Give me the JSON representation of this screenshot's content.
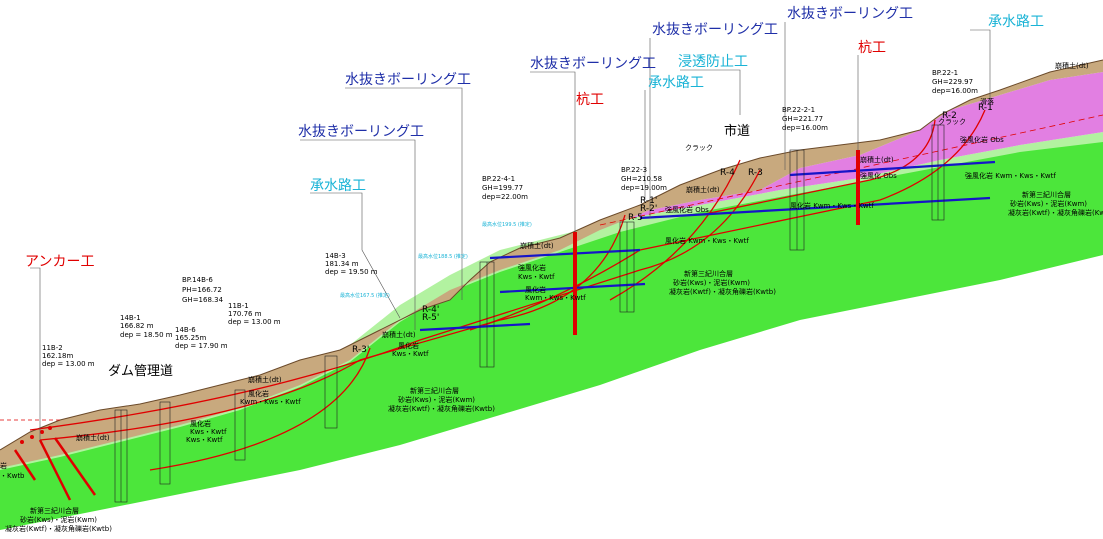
{
  "works": {
    "anchor": "アンカー工",
    "drain_boring_1": "水抜きボーリング工",
    "drain_boring_2": "水抜きボーリング工",
    "drain_boring_3": "水抜きボーリング工",
    "drain_boring_4": "水抜きボーリング工",
    "drain_boring_5": "水抜きボーリング工",
    "water_channel_1": "承水路工",
    "water_channel_2": "承水路工",
    "water_channel_3": "承水路工",
    "pile_1": "杭工",
    "pile_2": "杭工",
    "seepage": "浸透防止工"
  },
  "roads": {
    "dam_road": "ダム管理道",
    "city_road": "市道"
  },
  "boreholes": [
    {
      "id": "11B-2",
      "gh": "162.18m",
      "dep": "dep = 13.00 m"
    },
    {
      "id": "14B-1",
      "gh": "166.82 m",
      "dep": "dep = 18.50 m"
    },
    {
      "id": "14B-6",
      "gh": "165.25m",
      "dep": "dep = 17.90 m"
    },
    {
      "id": "11B-1",
      "gh": "170.76 m",
      "dep": "dep = 13.00 m"
    },
    {
      "id": "14B-3",
      "gh": "181.34 m",
      "dep": "dep = 19.50 m"
    },
    {
      "id": "BP.22-4-1",
      "gh": "GH=199.77",
      "dep": "dep=22.00m"
    },
    {
      "id": "BP.22-3",
      "gh": "GH=210.58",
      "dep": "dep=19.00m"
    },
    {
      "id": "BP.22-2-1",
      "gh": "GH=221.77",
      "dep": "dep=16.00m"
    },
    {
      "id": "BP.22-1",
      "gh": "GH=229.97",
      "dep": "dep=16.00m"
    }
  ],
  "bp_14b6": {
    "title": "BP.14B-6",
    "line1": "PH=166.72",
    "line2": "GH=168.34"
  },
  "slips": [
    "R-1",
    "R-2",
    "R-3",
    "R-4",
    "R-5",
    "R-1'",
    "R-2'",
    "R-3'",
    "R-4'",
    "R-5'"
  ],
  "geology": {
    "colluvium": "崩積土(dt)",
    "strongly_weathered": "強風化岩",
    "strongly_weathered_obs": "強風化岩 Obs",
    "weathered": "風化岩",
    "kws_kwtf": "Kws・Kwtf",
    "kwm_kws_kwtf": "Kwm・Kws・Kwtf",
    "weathered_long": "風化岩 Kwm・Kws・Kwtf",
    "sweathered_obs_short": "強風化 Obs",
    "sweathered_kwm": "強風化岩 Kwm・Kws・Kwtf",
    "strata_name": "新第三紀川合層",
    "strata_line2": "砂岩(Kws)・泥岩(Kwm)",
    "strata_line3": "凝灰岩(Kwtf)・凝灰角礫岩(Kwtb)",
    "crack": "クラック",
    "scarp": "滑落",
    "fault_kwtb": "・Kwtb",
    "edge_label": "岩"
  },
  "water_levels": {
    "w1": "最高水位167.5 (推定)",
    "w2": "最高水位188.5 (推定)",
    "w3": "最高水位199.5 (推定)"
  },
  "colors": {
    "colluvium": "#c8a97e",
    "strong_weathered": "#e27fe2",
    "weathered": "#b2f2a0",
    "bedrock": "#4ce63b",
    "blue_line": "#1515c8",
    "red_line": "#e00000",
    "cyan_label": "#19b3d6"
  }
}
